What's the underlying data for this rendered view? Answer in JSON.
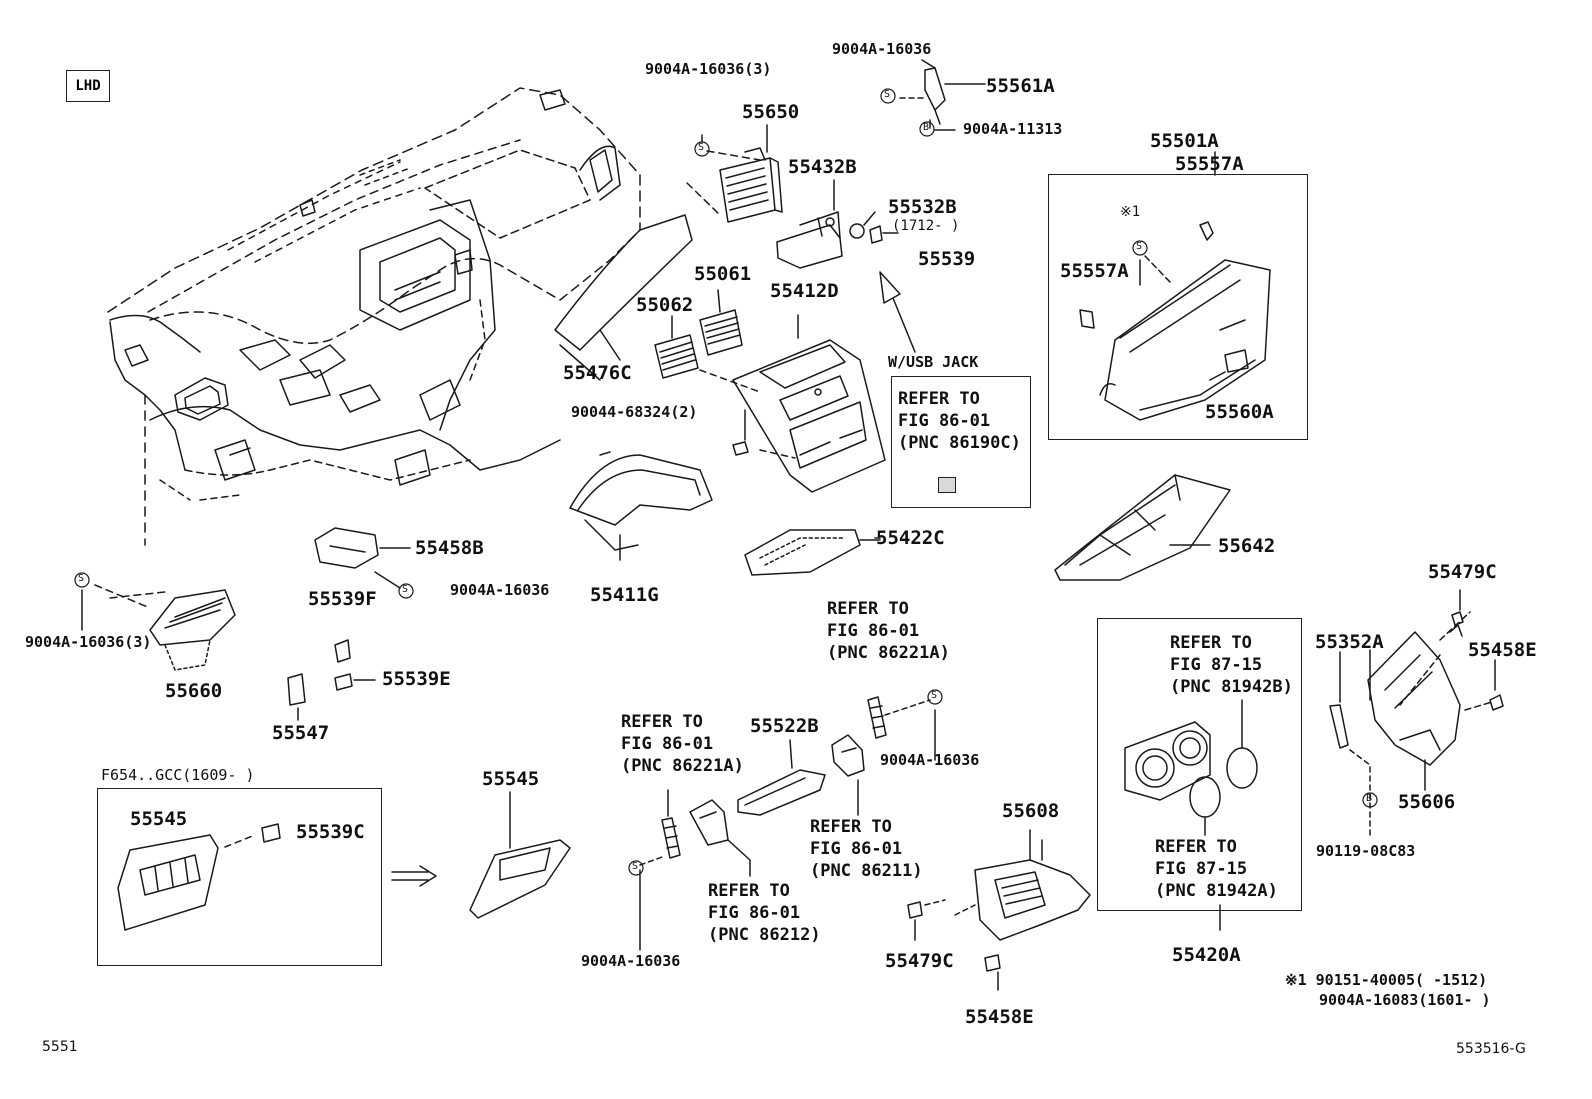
{
  "diagram": {
    "lhd_tag": "LHD",
    "corner_left": "5551",
    "corner_right": "553516-G",
    "parts": {
      "p55650": "55650",
      "p55432b": "55432B",
      "p55532b": "55532B",
      "p55532b_note": "(1712-     )",
      "p55539": "55539",
      "p55561a": "55561A",
      "p55501a": "55501A",
      "p55557a_top": "55557A",
      "p55557a_left": "55557A",
      "p55560a": "55560A",
      "p55061": "55061",
      "p55062": "55062",
      "p55412d": "55412D",
      "p55476c": "55476C",
      "p55411g": "55411G",
      "p55422c": "55422C",
      "p55642": "55642",
      "p55458b": "55458B",
      "p55539f": "55539F",
      "p55539e": "55539E",
      "p55547": "55547",
      "p55660": "55660",
      "p55545_box": "55545",
      "p55539c": "55539C",
      "p55545": "55545",
      "p55522b": "55522B",
      "p55608": "55608",
      "p55479c_lower": "55479C",
      "p55458e_lower": "55458E",
      "p55420a": "55420A",
      "p55479c_right": "55479C",
      "p55352a": "55352A",
      "p55458e_right": "55458E",
      "p55606": "55606"
    },
    "fasteners": {
      "f_top_3": "9004A-16036(3)",
      "f_top": "9004A-16036",
      "f_b_top": "9004A-11313",
      "f_90044": "90044-68324(2)",
      "f_mid": "9004A-16036",
      "f_left_3": "9004A-16036(3)",
      "f_refer_right": "9004A-16036",
      "f_bottom": "9004A-16036",
      "f_90119": "90119-08C83"
    },
    "symbols": {
      "s": "S",
      "b": "B",
      "note_mark": "※1"
    },
    "usb_caption": "W/USB JACK",
    "refers": {
      "usb": "REFER TO\nFIG 86-01\n(PNC 86190C)",
      "r86221a_top": "REFER TO\nFIG 86-01\n(PNC 86221A)",
      "r86221a_left": "REFER TO\nFIG 86-01\n(PNC 86221A)",
      "r86211": "REFER TO\nFIG 86-01\n(PNC 86211)",
      "r86212": "REFER TO\nFIG 86-01\n(PNC 86212)",
      "r81942b": "REFER TO\nFIG 87-15\n(PNC 81942B)",
      "r81942a": "REFER TO\nFIG 87-15\n(PNC 81942A)"
    },
    "box_f654_caption": "F654..GCC(1609-     )",
    "footnote": {
      "line1": "※1 90151-40005(     -1512)",
      "line2": "9004A-16083(1601-     )"
    }
  }
}
